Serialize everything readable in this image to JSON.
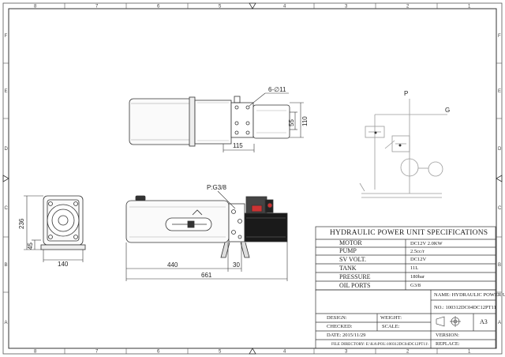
{
  "frame": {
    "column_marks": [
      "8",
      "7",
      "6",
      "5",
      "4",
      "3",
      "2",
      "1"
    ],
    "row_marks": [
      "F",
      "E",
      "D",
      "C",
      "B",
      "A"
    ]
  },
  "dimensions": {
    "top_holes": "6-∅11",
    "top_height_outer": "110",
    "top_height_inner": "55",
    "top_width": "115",
    "side_height": "236",
    "side_base": "45",
    "side_width": "140",
    "port": "P:G3/8",
    "front_tank": "440",
    "front_leg": "30",
    "front_overall": "661"
  },
  "schematic": {
    "label_p": "P",
    "label_g": "G"
  },
  "spec_table": {
    "title": "HYDRAULIC POWER UNIT SPECIFICATIONS",
    "rows": [
      {
        "label": "MOTOR",
        "value": "DC12V 2.0KW"
      },
      {
        "label": "PUMP",
        "value": "2.5cc/r"
      },
      {
        "label": "SV VOLT.",
        "value": "DC12V"
      },
      {
        "label": "TANK",
        "value": "11L"
      },
      {
        "label": "PRESSURE",
        "value": "180bar"
      },
      {
        "label": "OIL PORTS",
        "value": "G3/8"
      }
    ]
  },
  "title_block": {
    "name": "NAME: HYDRAULIC POWER UNIT",
    "number": "NO.: 100312DC04DC12PT11",
    "design": "DESIGN:",
    "weight": "WEIGHT:",
    "checked": "CHECKED:",
    "scale": "SCALE:",
    "sheet_size": "A3",
    "date": "DATE:   2015/11/29",
    "version": "VERSION:",
    "file_dir": "FILE DIRECTORY: E:\\KA\\POL\\100312DC04DC12PT11\\",
    "replace": "REPLACE:"
  }
}
